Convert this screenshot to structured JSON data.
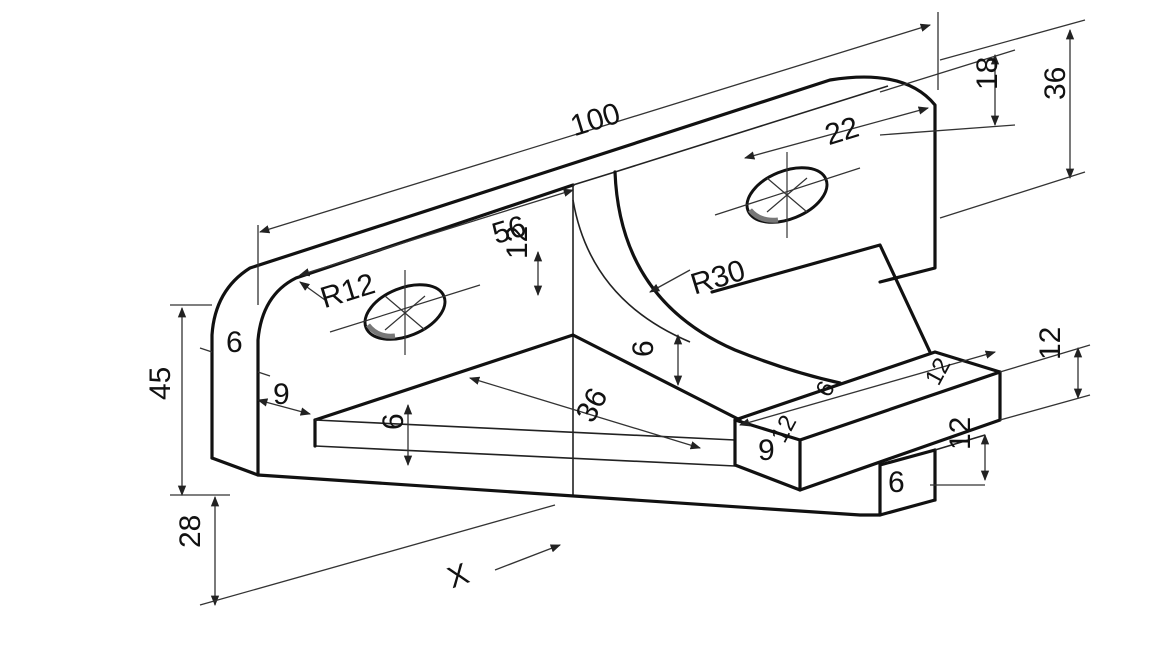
{
  "labels": {
    "len_100": "100",
    "len_56": "56",
    "dia_22": "22",
    "h_18": "18",
    "h_36_right": "36",
    "rad_12": "R12",
    "dia_12": "12",
    "rad_30": "R30",
    "thk_6_left": "6",
    "thk_6_base": "6",
    "thk_6_rib": "6",
    "gap_9_left": "9",
    "rib_36": "36",
    "h_45": "45",
    "h_28": "28",
    "axis_x": "X",
    "lug_12_left": "12",
    "lug_6_mid": "6",
    "lug_12_right": "12",
    "lug_9": "9",
    "lug_h_12": "12",
    "foot_12": "12",
    "foot_6": "6"
  }
}
